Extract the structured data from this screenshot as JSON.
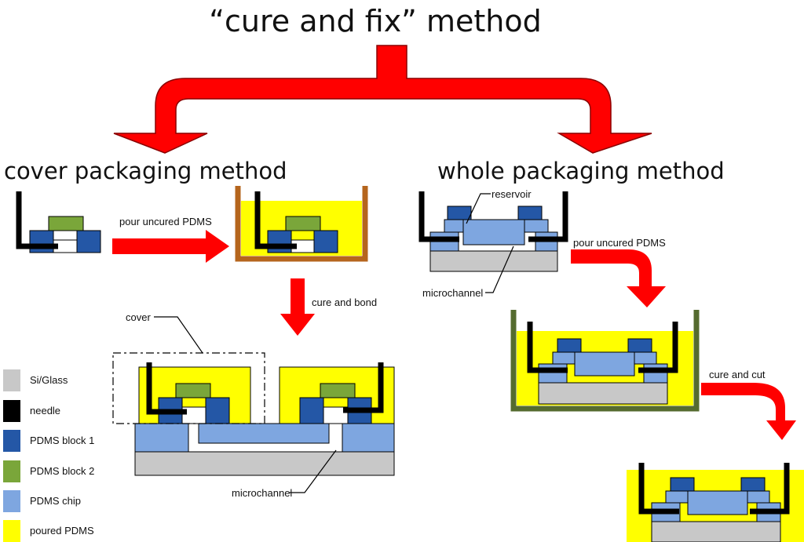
{
  "title": "“cure and fix” method",
  "methods": {
    "cover": "cover packaging method",
    "whole": "whole packaging method"
  },
  "annotations": {
    "pour_left": "pour uncured PDMS",
    "cure_bond": "cure and bond",
    "cover": "cover",
    "microchannel_left": "microchannel",
    "reservoir": "reservoir",
    "microchannel_right": "microchannel",
    "pour_right": "pour uncured PDMS",
    "cure_cut": "cure and cut"
  },
  "legend": [
    {
      "label": "Si/Glass",
      "color": "#c8c8c8"
    },
    {
      "label": "needle",
      "color": "#000000"
    },
    {
      "label": "PDMS block 1",
      "color": "#2457a6"
    },
    {
      "label": "PDMS block 2",
      "color": "#7aa63a"
    },
    {
      "label": "PDMS chip",
      "color": "#7ea6e0"
    },
    {
      "label": "poured PDMS",
      "color": "#ffff00"
    }
  ],
  "colors": {
    "arrow": "#ff0000",
    "container_left": "#b5651d",
    "container_right": "#556b2f"
  }
}
